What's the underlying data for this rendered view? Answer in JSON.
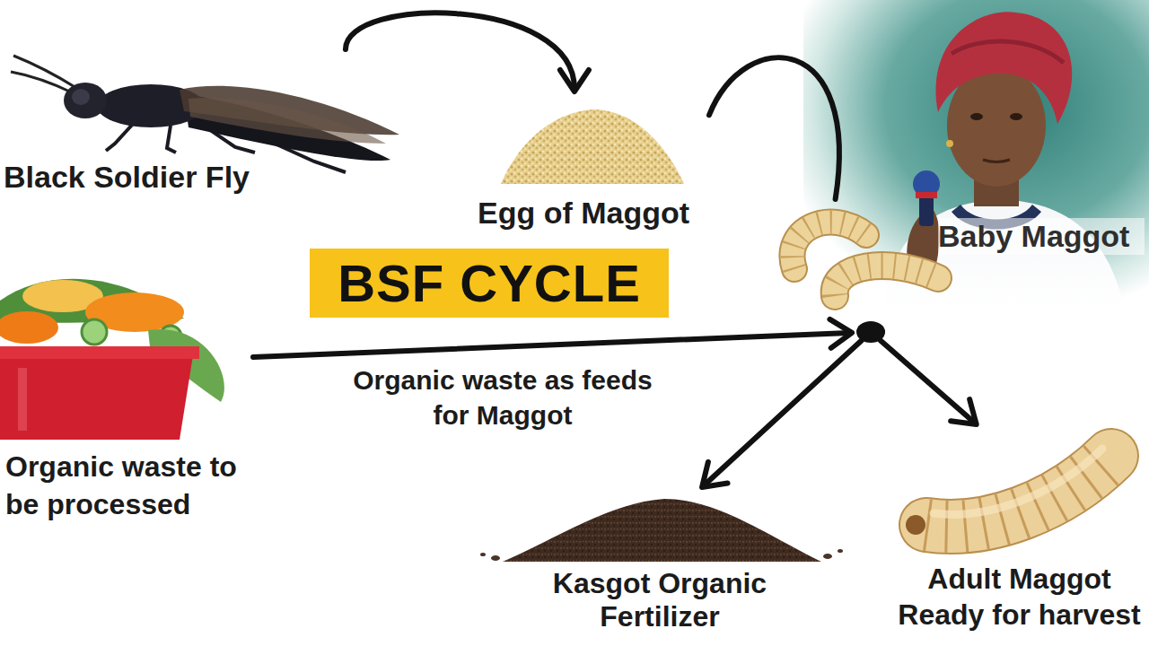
{
  "diagram": {
    "title": "BSF CYCLE",
    "nodes": [
      {
        "text": [
          "Black Soldier Fly"
        ]
      },
      {
        "text": [
          "Egg of Maggot"
        ]
      },
      {
        "text": [
          "Baby Maggot"
        ]
      },
      {
        "text": [
          "Organic waste to be processed"
        ]
      },
      {
        "text": [
          "Kasgot Organic Fertilizer"
        ]
      },
      {
        "text": [
          "Adult Maggot Ready for harvest"
        ]
      }
    ],
    "edges": [
      {
        "from": 0,
        "to": 1,
        "arrow": "to"
      },
      {
        "from": 1,
        "to": 2,
        "arrow": "none"
      },
      {
        "from": 3,
        "to": 2,
        "label": "Organic waste as feeds for Maggot",
        "arrow": "to"
      },
      {
        "from": 2,
        "to": 4,
        "arrow": "to"
      },
      {
        "from": 2,
        "to": 5,
        "arrow": "to"
      }
    ]
  }
}
